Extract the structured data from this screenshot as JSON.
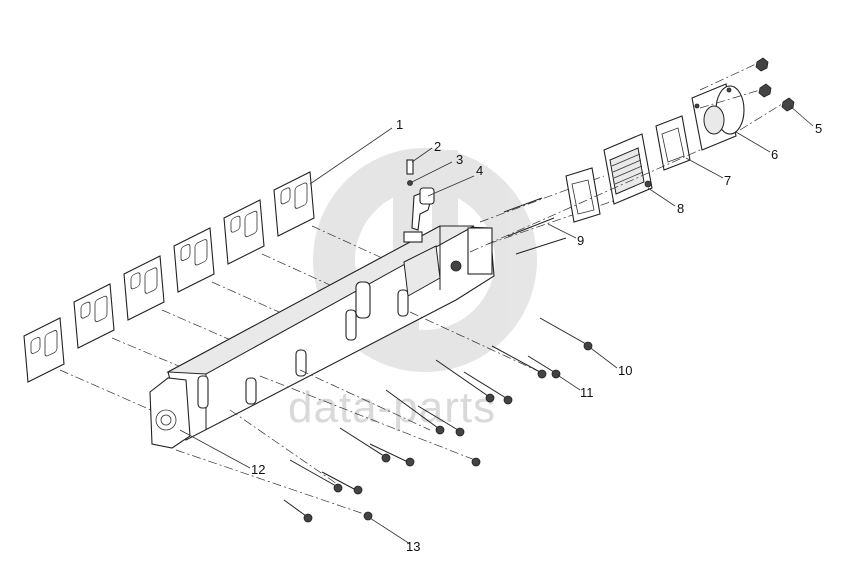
{
  "watermark": {
    "text": "data-parts",
    "color": "#d9d9d9"
  },
  "callouts": [
    {
      "number": "1"
    },
    {
      "number": "2"
    },
    {
      "number": "3"
    },
    {
      "number": "4"
    },
    {
      "number": "5"
    },
    {
      "number": "6"
    },
    {
      "number": "7"
    },
    {
      "number": "8"
    },
    {
      "number": "9"
    },
    {
      "number": "10"
    },
    {
      "number": "11"
    },
    {
      "number": "12"
    },
    {
      "number": "13"
    }
  ],
  "colors": {
    "line": "#222222",
    "background": "#ffffff"
  }
}
